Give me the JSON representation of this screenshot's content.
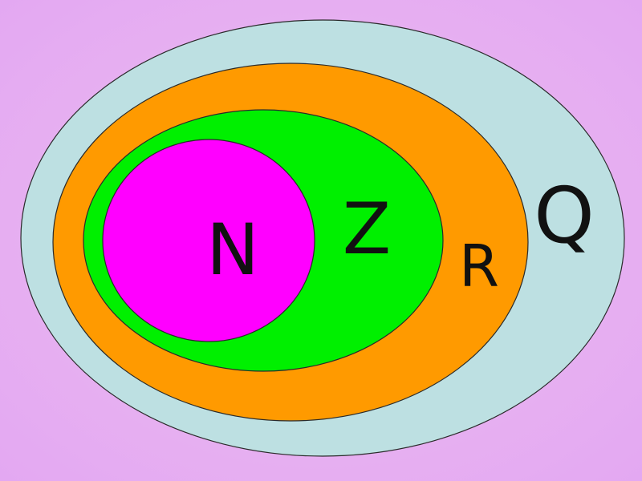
{
  "diagram": {
    "type": "nested-venn",
    "sets": [
      {
        "id": "Q",
        "label": "Q",
        "color": "#bde0e2",
        "contains": [
          "R"
        ]
      },
      {
        "id": "R",
        "label": "R",
        "color": "#ff9a00",
        "contains": [
          "Z"
        ]
      },
      {
        "id": "Z",
        "label": "Z",
        "color": "#00f000",
        "contains": [
          "N"
        ]
      },
      {
        "id": "N",
        "label": "N",
        "color": "#ff00ff",
        "contains": []
      }
    ],
    "background_color": "#e7b0f1"
  }
}
